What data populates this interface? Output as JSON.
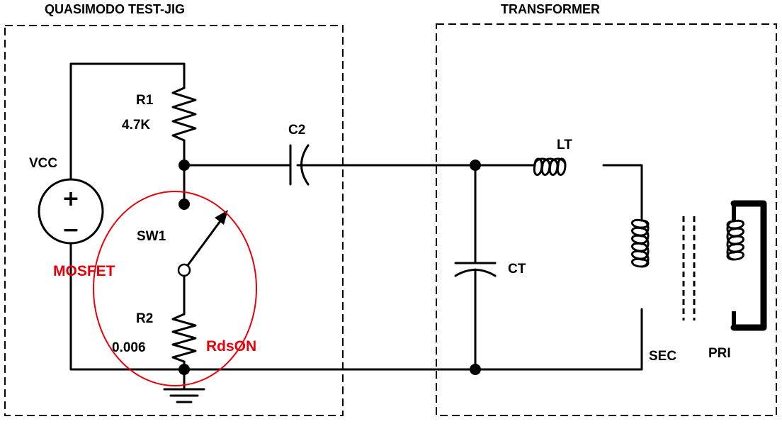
{
  "jig": {
    "title": "QUASIMODO  TEST-JIG"
  },
  "transformer": {
    "title": "TRANSFORMER"
  },
  "components": {
    "vcc": "VCC",
    "vcc_plus": "+",
    "vcc_minus": "−",
    "r1_name": "R1",
    "r1_value": "4.7K",
    "c2": "C2",
    "sw1": "SW1",
    "r2_name": "R2",
    "r2_value": "0.006",
    "lt": "LT",
    "ct": "CT",
    "sec": "SEC",
    "pri": "PRI"
  },
  "annotations": {
    "mosfet": "MOSFET",
    "rdson": "RdsON",
    "color": "#e8000b"
  },
  "icons": [
    "battery-source-icon",
    "resistor-icon",
    "capacitor-icon",
    "switch-icon",
    "inductor-icon",
    "ground-icon",
    "transformer-core-icon"
  ]
}
